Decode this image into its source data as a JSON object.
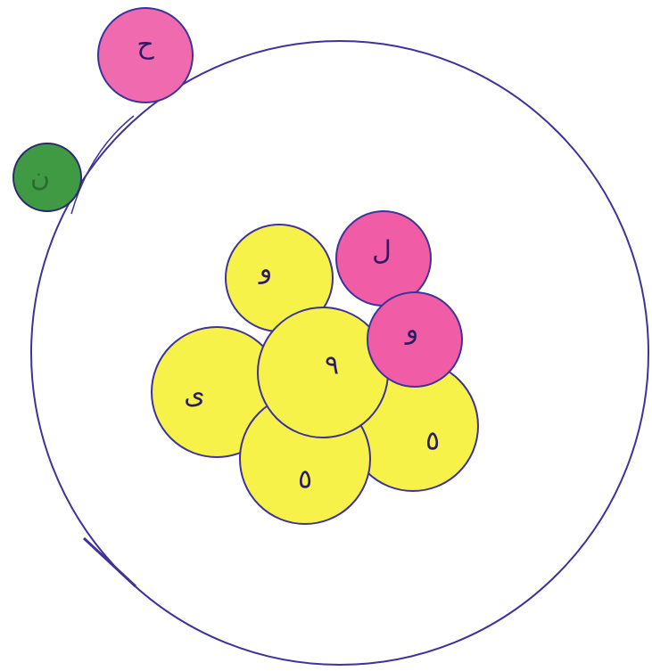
{
  "diagram": {
    "colors": {
      "outline": "#3d3399",
      "nucleon_yellow": "#f6f24a",
      "nucleon_pink": "#f05ca6",
      "electron_green": "#3f9a43",
      "electron_pink": "#f06ab0",
      "background": "#ffffff"
    },
    "outer_orbit": {
      "name": "orbit"
    },
    "nucleons": [
      {
        "name": "nucleon-top-left",
        "color": "yellow",
        "label": "و"
      },
      {
        "name": "nucleon-top-right",
        "color": "pink",
        "label": "ل"
      },
      {
        "name": "nucleon-right-upper",
        "color": "pink",
        "label": "و"
      },
      {
        "name": "nucleon-left",
        "color": "yellow",
        "label": "ى"
      },
      {
        "name": "nucleon-center",
        "color": "yellow",
        "label": "٩"
      },
      {
        "name": "nucleon-right",
        "color": "yellow",
        "label": "٥"
      },
      {
        "name": "nucleon-bottom",
        "color": "yellow",
        "label": "٥"
      }
    ],
    "electrons": [
      {
        "name": "electron-top",
        "color": "pink",
        "label": "ح"
      },
      {
        "name": "electron-left",
        "color": "green",
        "label": "ن"
      }
    ]
  }
}
